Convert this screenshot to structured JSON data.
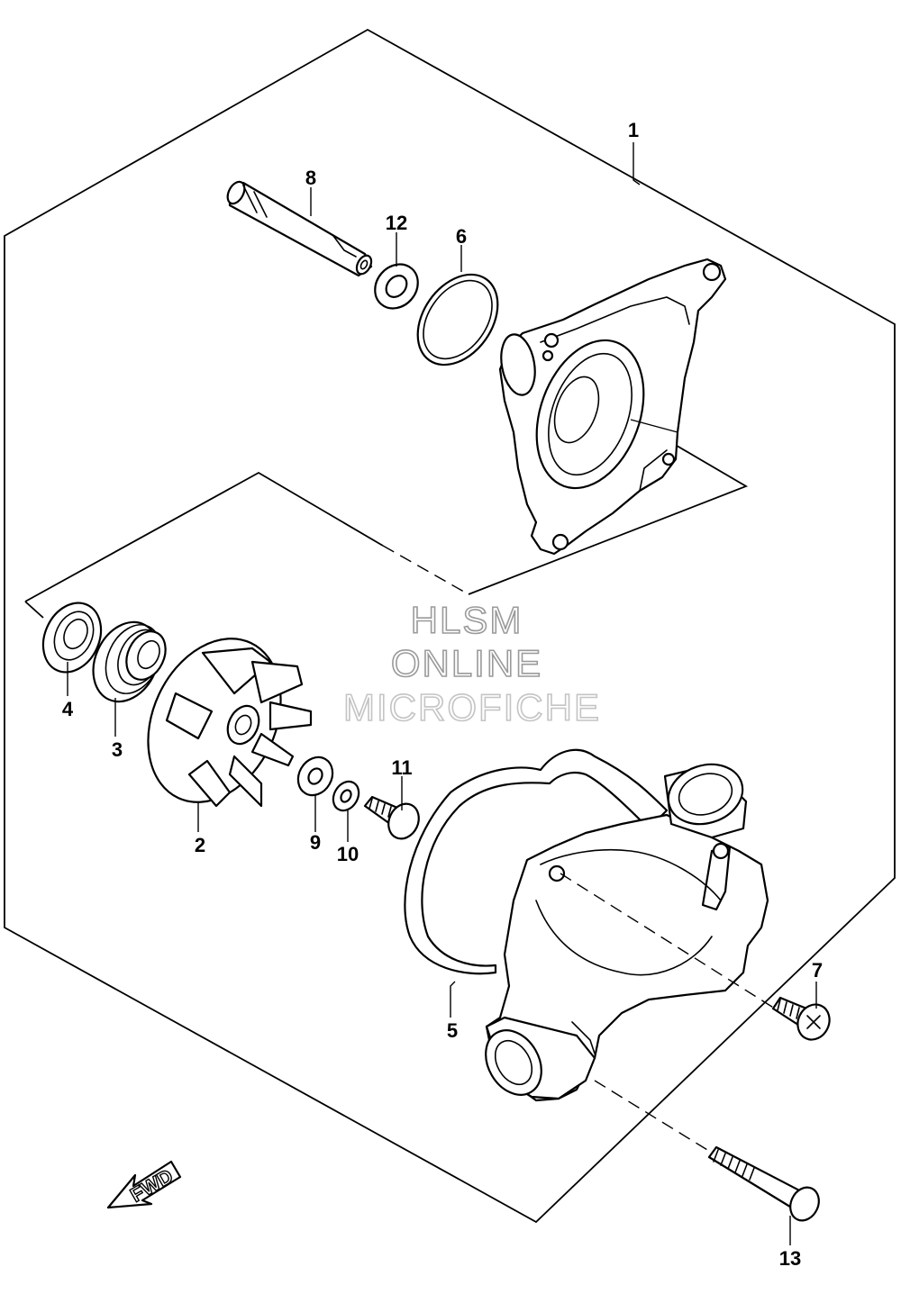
{
  "callouts": {
    "c1": "1",
    "c2": "2",
    "c3": "3",
    "c4": "4",
    "c5": "5",
    "c6": "6",
    "c7": "7",
    "c8": "8",
    "c9": "9",
    "c10": "10",
    "c11": "11",
    "c12": "12",
    "c13": "13"
  },
  "watermark": {
    "line1": "HLSM",
    "line2": "ONLINE",
    "line3": "MICROFICHE"
  },
  "direction_arrow": {
    "label": "FWD"
  },
  "colors": {
    "line": "#000000",
    "background": "#ffffff",
    "watermark": "#9a9a9a"
  }
}
